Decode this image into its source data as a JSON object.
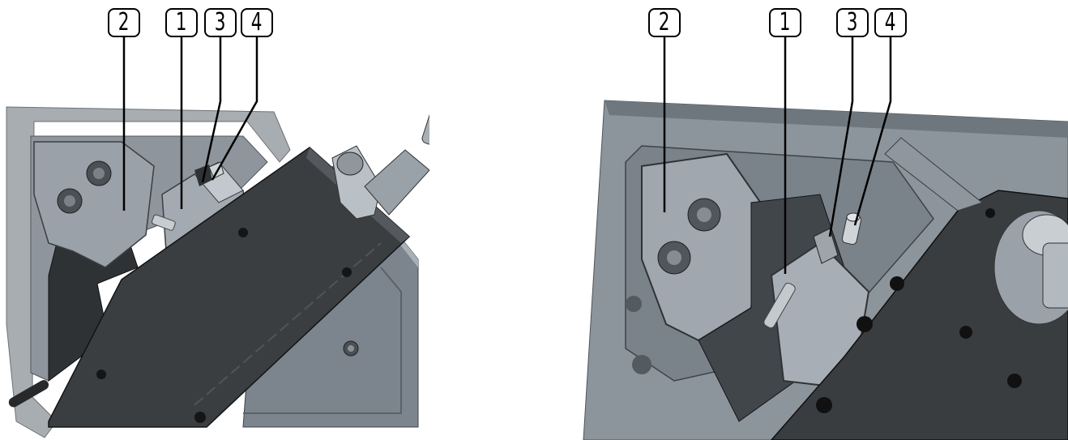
{
  "left_view": {
    "callouts": [
      {
        "id": "callout-2",
        "label": "2"
      },
      {
        "id": "callout-1",
        "label": "1"
      },
      {
        "id": "callout-3",
        "label": "3"
      },
      {
        "id": "callout-4",
        "label": "4"
      }
    ]
  },
  "right_view": {
    "callouts": [
      {
        "id": "callout-2",
        "label": "2"
      },
      {
        "id": "callout-1",
        "label": "1"
      },
      {
        "id": "callout-3",
        "label": "3"
      },
      {
        "id": "callout-4",
        "label": "4"
      }
    ]
  },
  "colors": {
    "light_gray_part": "#8f979f",
    "mid_gray_part": "#6f777e",
    "dark_block": "#3a3d40",
    "steel": "#b5bcc2",
    "outline": "#000000"
  }
}
